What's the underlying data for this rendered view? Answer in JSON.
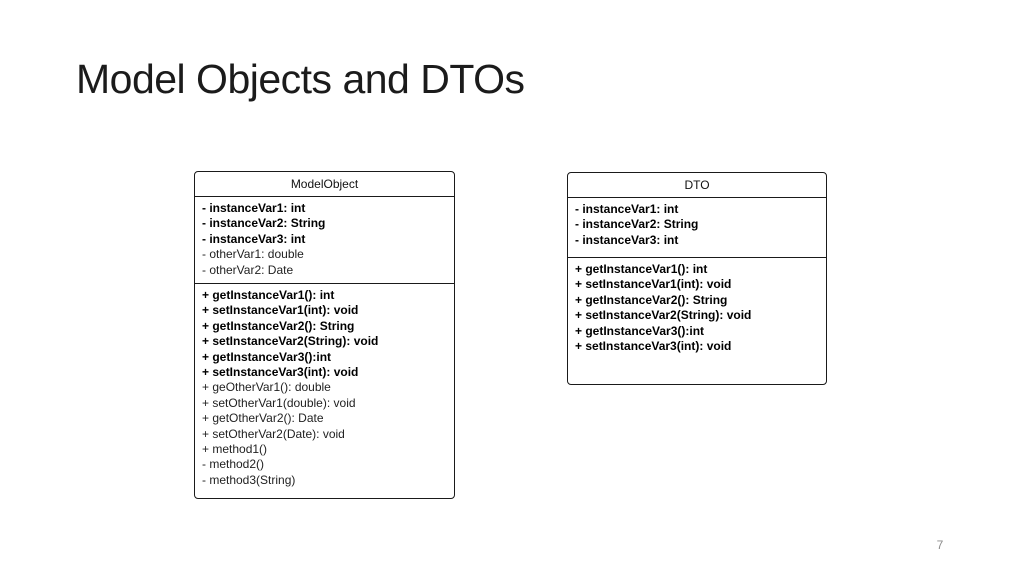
{
  "slide": {
    "title": "Model Objects and DTOs",
    "page_number": "7"
  },
  "colors": {
    "background": "#ffffff",
    "title_text": "#1b1b1b",
    "box_border": "#1a1a1a",
    "bold_text": "#000000",
    "normal_text": "#222222",
    "page_number_text": "#8c8c8c"
  },
  "model_object_class": {
    "title": "ModelObject",
    "attributes_bold": [
      "- instanceVar1: int",
      "- instanceVar2: String",
      "- instanceVar3: int"
    ],
    "attributes_normal": [
      "- otherVar1: double",
      "- otherVar2: Date"
    ],
    "methods_bold": [
      "+ getInstanceVar1(): int",
      "+ setInstanceVar1(int): void",
      "+ getInstanceVar2(): String",
      "+ setInstanceVar2(String): void",
      "+ getInstanceVar3():int",
      "+ setInstanceVar3(int): void"
    ],
    "methods_normal": [
      "+ geOtherVar1(): double",
      "+ setOtherVar1(double): void",
      "+ getOtherVar2(): Date",
      "+ setOtherVar2(Date): void",
      "+ method1()",
      "- method2()",
      "- method3(String)"
    ]
  },
  "dto_class": {
    "title": "DTO",
    "attributes_bold": [
      "- instanceVar1: int",
      "- instanceVar2: String",
      "- instanceVar3: int"
    ],
    "methods_bold": [
      "+ getInstanceVar1(): int",
      "+ setInstanceVar1(int): void",
      "+ getInstanceVar2(): String",
      "+ setInstanceVar2(String): void",
      "+ getInstanceVar3():int",
      "+ setInstanceVar3(int): void"
    ]
  }
}
